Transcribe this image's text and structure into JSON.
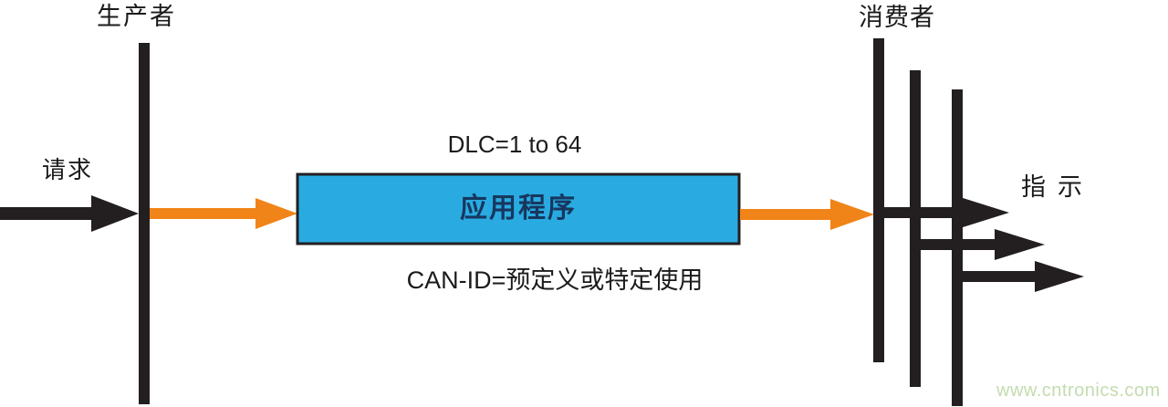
{
  "page": {
    "background": "#ffffff",
    "watermark": {
      "text": "www.cntronics.com",
      "color": "#c3dcaf"
    }
  },
  "diagram": {
    "producer": {
      "label": "生产者"
    },
    "request": {
      "label": "请求"
    },
    "dlc": {
      "label": "DLC=1 to 64"
    },
    "app_box": {
      "label": "应用程序",
      "fill": "#29abe2",
      "border": "#231f20",
      "text_color": "#17375e"
    },
    "can_id": {
      "label": "CAN-ID=预定义或特定使用"
    },
    "consumer": {
      "label": "消费者"
    },
    "indication": {
      "label": "指示"
    },
    "colors": {
      "black": "#231f20",
      "orange": "#f08419"
    }
  }
}
